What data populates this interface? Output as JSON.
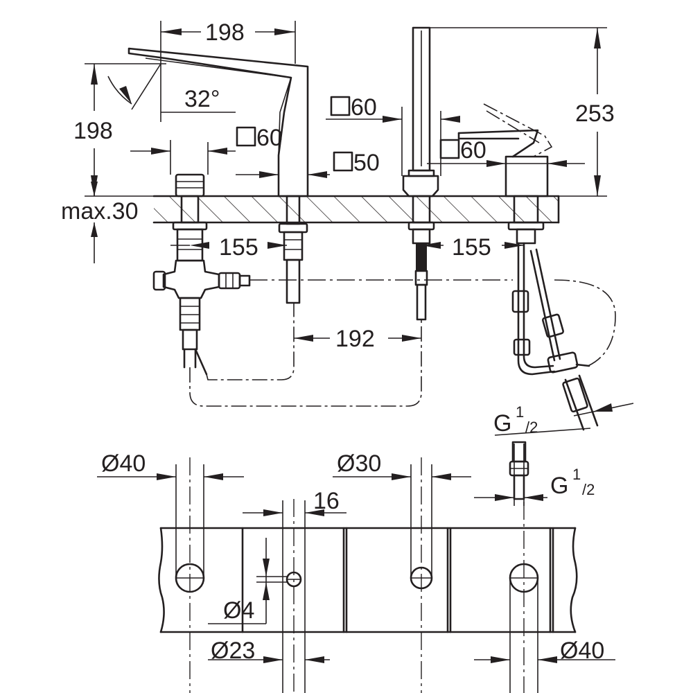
{
  "colors": {
    "line": "#231f20",
    "background": "#ffffff"
  },
  "dimensions": {
    "spout_width": "198",
    "spout_height": "198",
    "spout_angle": "32°",
    "spout_square_top": "60",
    "spout_square_bottom": "50",
    "shower_square": "60",
    "lever_square": "60",
    "total_height": "253",
    "deck_thickness": "max.30",
    "below_left": "155",
    "below_right": "155",
    "pipe_spacing": "192",
    "thread_1": {
      "main": "G",
      "sup": "1",
      "sub": "/2"
    },
    "thread_2": {
      "main": "G",
      "sup": "1",
      "sub": "/2"
    }
  },
  "holes": {
    "dia_left": "Ø40",
    "dia_center": "Ø30",
    "slot_width": "16",
    "pin_dia": "Ø4",
    "small_hole": "Ø23",
    "dia_right": "Ø40"
  },
  "icons": [
    "square-profile-icon"
  ]
}
